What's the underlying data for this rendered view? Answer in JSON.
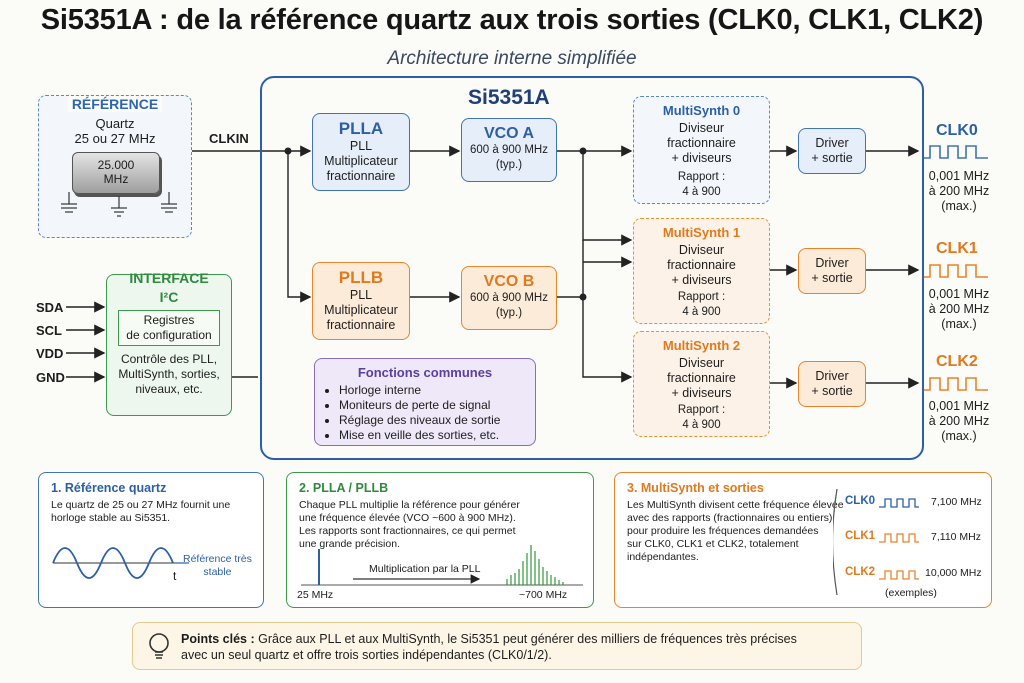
{
  "title": "Si5351A : de la référence quartz aux trois sorties (CLK0, CLK1, CLK2)",
  "subtitle": "Architecture interne simplifiée",
  "chip_label": "Si5351A",
  "reference": {
    "header": "RÉFÉRENCE",
    "line1": "Quartz",
    "line2": "25 ou 27 MHz",
    "crystal_text": "25.000\nMHz",
    "crystal_line1": "25.000",
    "crystal_line2": "MHz"
  },
  "clkin_label": "CLKIN",
  "plla": {
    "title": "PLLA",
    "line1": "PLL",
    "line2": "Multiplicateur",
    "line3": "fractionnaire"
  },
  "pllb": {
    "title": "PLLB",
    "line1": "PLL",
    "line2": "Multiplicateur",
    "line3": "fractionnaire"
  },
  "vcoa": {
    "title": "VCO A",
    "line1": "600 à 900 MHz",
    "line2": "(typ.)"
  },
  "vcob": {
    "title": "VCO B",
    "line1": "600 à 900 MHz",
    "line2": "(typ.)"
  },
  "multisynths": [
    {
      "title": "MultiSynth 0",
      "line1": "Diviseur",
      "line2": "fractionnaire",
      "line3": "+ diviseurs",
      "line4": "Rapport :",
      "line5": "4 à 900"
    },
    {
      "title": "MultiSynth 1",
      "line1": "Diviseur",
      "line2": "fractionnaire",
      "line3": "+ diviseurs",
      "line4": "Rapport :",
      "line5": "4 à 900"
    },
    {
      "title": "MultiSynth 2",
      "line1": "Diviseur",
      "line2": "fractionnaire",
      "line3": "+ diviseurs",
      "line4": "Rapport :",
      "line5": "4 à 900"
    }
  ],
  "drivers": [
    {
      "line1": "Driver",
      "line2": "+ sortie"
    },
    {
      "line1": "Driver",
      "line2": "+ sortie"
    },
    {
      "line1": "Driver",
      "line2": "+ sortie"
    }
  ],
  "outputs": [
    {
      "name": "CLK0",
      "line1": "0,001 MHz",
      "line2": "à 200 MHz",
      "line3": "(max.)"
    },
    {
      "name": "CLK1",
      "line1": "0,001 MHz",
      "line2": "à 200 MHz",
      "line3": "(max.)"
    },
    {
      "name": "CLK2",
      "line1": "0,001 MHz",
      "line2": "à 200 MHz",
      "line3": "(max.)"
    }
  ],
  "interface": {
    "title": "INTERFACE",
    "subtitle": "I²C",
    "registers_line1": "Registres",
    "registers_line2": "de configuration",
    "desc_line1": "Contrôle des PLL,",
    "desc_line2": "MultiSynth, sorties,",
    "desc_line3": "niveaux, etc.",
    "pins": [
      "SDA",
      "SCL",
      "VDD",
      "GND"
    ]
  },
  "common": {
    "title": "Fonctions communes",
    "items": [
      "Horloge interne",
      "Moniteurs de perte de signal",
      "Réglage des niveaux de sortie",
      "Mise en veille des sorties, etc."
    ]
  },
  "panel1": {
    "title": "1. Référence quartz",
    "line1": "Le quartz de 25 ou 27 MHz fournit une",
    "line2": "horloge stable au Si5351.",
    "wave_label1": "Référence très",
    "wave_label2": "stable",
    "axis_t": "t"
  },
  "panel2": {
    "title": "2. PLLA / PLLB",
    "line1": "Chaque PLL multiplie la référence pour générer",
    "line2": "une fréquence élevée (VCO ~600 à 900 MHz).",
    "line3": "Les rapports sont fractionnaires, ce qui permet",
    "line4": "une grande précision.",
    "arrow_label": "Multiplication par la PLL",
    "left_freq": "25 MHz",
    "right_freq": "~700 MHz"
  },
  "panel3": {
    "title": "3. MultiSynth et sorties",
    "line1": "Les MultiSynth divisent cette fréquence élevée",
    "line2": "avec des rapports (fractionnaires ou entiers)",
    "line3": "pour produire les fréquences demandées",
    "line4": "sur CLK0, CLK1 et CLK2, totalement",
    "line5": "indépendantes.",
    "examples": [
      {
        "name": "CLK0",
        "freq": "7,100 MHz"
      },
      {
        "name": "CLK1",
        "freq": "7,110 MHz"
      },
      {
        "name": "CLK2",
        "freq": "10,000 MHz"
      }
    ],
    "examples_note": "(exemples)"
  },
  "key_points": {
    "label": "Points clés :",
    "line1": "Grâce aux PLL et aux MultiSynth, le Si5351 peut générer des milliers de fréquences très précises",
    "line2": "avec un seul quartz et offre trois sorties indépendantes (CLK0/1/2)."
  },
  "colors": {
    "blue": "#3f74b5",
    "orange": "#e8842c",
    "green": "#3c9a4b",
    "purple": "#8a6cc0"
  }
}
